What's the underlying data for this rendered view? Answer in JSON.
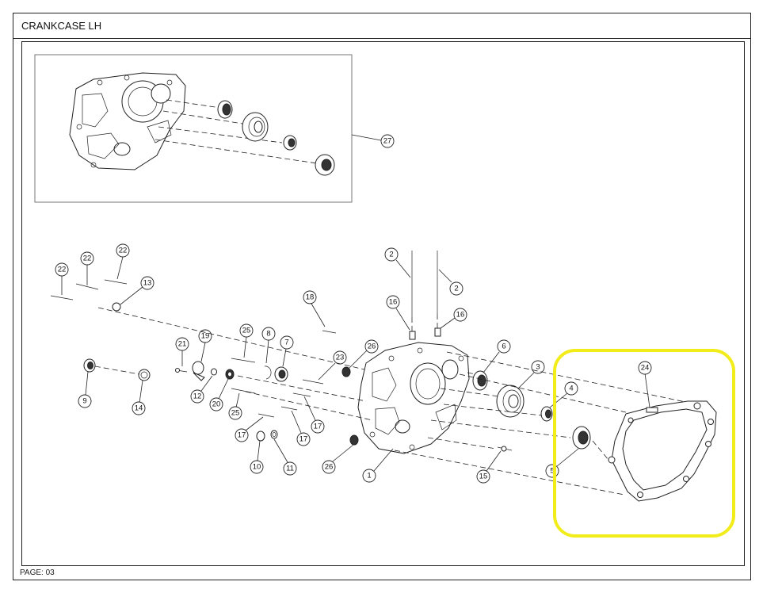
{
  "title": "CRANKCASE LH",
  "page_label": "PAGE: 03",
  "highlight_color": "#f2ec1a",
  "callouts": {
    "c27": "27",
    "c22a": "22",
    "c22b": "22",
    "c22c": "22",
    "c13": "13",
    "c9": "9",
    "c14": "14",
    "c21": "21",
    "c19": "19",
    "c12": "12",
    "c20": "20",
    "c25a": "25",
    "c25b": "25",
    "c8": "8",
    "c7": "7",
    "c17a": "17",
    "c17b": "17",
    "c17c": "17",
    "c10": "10",
    "c11": "11",
    "c18": "18",
    "c23": "23",
    "c26a": "26",
    "c26b": "26",
    "c1": "1",
    "c2a": "2",
    "c2b": "2",
    "c16a": "16",
    "c16b": "16",
    "c6": "6",
    "c3": "3",
    "c4": "4",
    "c5": "5",
    "c15": "15",
    "c24": "24"
  }
}
